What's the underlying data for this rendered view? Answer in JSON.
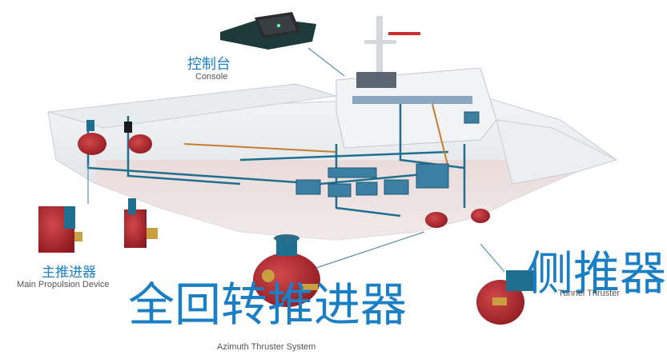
{
  "labels": {
    "console": {
      "cn": "控制台",
      "en": "Console"
    },
    "main_propulsion": {
      "cn": "主推进器",
      "en": "Main Propulsion Device"
    },
    "azimuth": {
      "cn": "全回转推进器",
      "en": "Azimuth Thruster System"
    },
    "tunnel": {
      "cn": "侧推器",
      "en": "Tunnel Thruster"
    }
  },
  "colors": {
    "accent": "#1a7fc4",
    "hull_red": "#b0242a",
    "propeller_brass": "#c9a040",
    "pipe_blue": "#1f6f8f",
    "ship_white": "#eef1f4"
  }
}
